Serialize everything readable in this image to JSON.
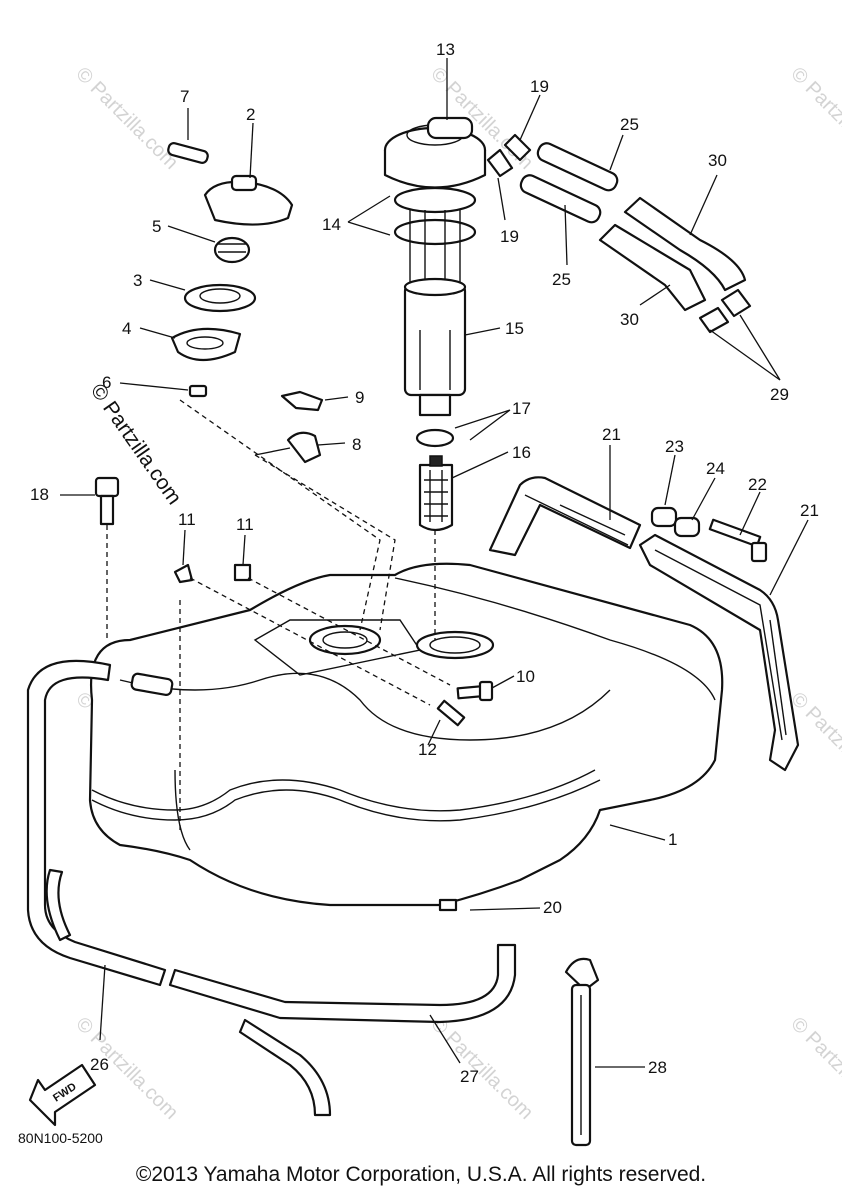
{
  "diagram": {
    "callouts": [
      {
        "id": "c1",
        "label": "1"
      },
      {
        "id": "c2",
        "label": "2"
      },
      {
        "id": "c3",
        "label": "3"
      },
      {
        "id": "c4",
        "label": "4"
      },
      {
        "id": "c5",
        "label": "5"
      },
      {
        "id": "c6",
        "label": "6"
      },
      {
        "id": "c7",
        "label": "7"
      },
      {
        "id": "c8",
        "label": "8"
      },
      {
        "id": "c9",
        "label": "9"
      },
      {
        "id": "c10",
        "label": "10"
      },
      {
        "id": "c11a",
        "label": "11"
      },
      {
        "id": "c11b",
        "label": "11"
      },
      {
        "id": "c12",
        "label": "12"
      },
      {
        "id": "c13",
        "label": "13"
      },
      {
        "id": "c14",
        "label": "14"
      },
      {
        "id": "c15",
        "label": "15"
      },
      {
        "id": "c16",
        "label": "16"
      },
      {
        "id": "c17",
        "label": "17"
      },
      {
        "id": "c18",
        "label": "18"
      },
      {
        "id": "c19a",
        "label": "19"
      },
      {
        "id": "c19b",
        "label": "19"
      },
      {
        "id": "c20",
        "label": "20"
      },
      {
        "id": "c21a",
        "label": "21"
      },
      {
        "id": "c21b",
        "label": "21"
      },
      {
        "id": "c22",
        "label": "22"
      },
      {
        "id": "c23",
        "label": "23"
      },
      {
        "id": "c24",
        "label": "24"
      },
      {
        "id": "c25a",
        "label": "25"
      },
      {
        "id": "c25b",
        "label": "25"
      },
      {
        "id": "c26",
        "label": "26"
      },
      {
        "id": "c27",
        "label": "27"
      },
      {
        "id": "c28",
        "label": "28"
      },
      {
        "id": "c29",
        "label": "29"
      },
      {
        "id": "c30a",
        "label": "30"
      },
      {
        "id": "c30b",
        "label": "30"
      }
    ],
    "fwd_label": "FWD",
    "diagram_code": "80N100-5200",
    "watermark": "© Partzilla.com",
    "watermark_short": "© Partzilla.com",
    "copyright": "©2013 Yamaha Motor Corporation, U.S.A. All rights reserved."
  }
}
